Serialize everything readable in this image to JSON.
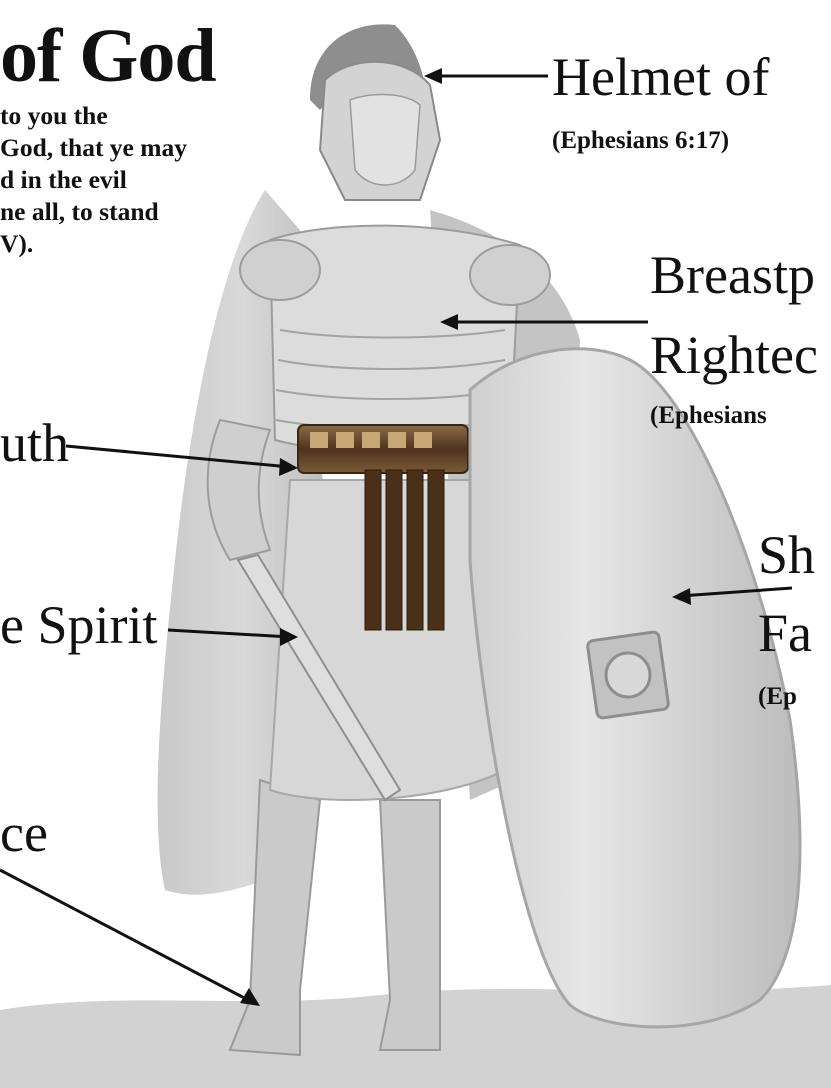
{
  "title": "of God",
  "verse_lines": [
    "to you the",
    "God, that ye may",
    "d in the evil",
    "ne all, to stand",
    "V)."
  ],
  "labels": {
    "helmet": {
      "name": "Helmet of",
      "ref": "(Ephesians 6:17)"
    },
    "breastplate": {
      "line1": "Breastp",
      "line2": "Rightec",
      "ref": "(Ephesians"
    },
    "truth": {
      "name": "uth"
    },
    "shield": {
      "line1": "Sh",
      "line2": "Fa",
      "ref": "(Ep"
    },
    "spirit": {
      "name": "e Spirit"
    },
    "peace": {
      "name": "ce"
    }
  },
  "colors": {
    "text": "#111111",
    "figure": "#b9b9b9",
    "belt": "#6b4a2b"
  }
}
